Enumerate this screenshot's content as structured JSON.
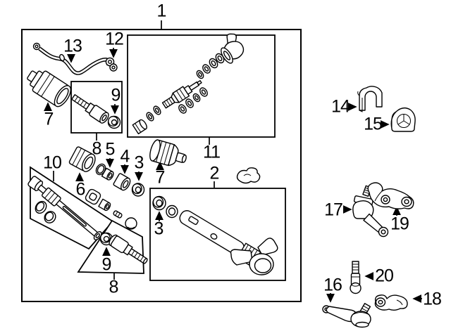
{
  "diagram": {
    "kind": "exploded-parts-diagram",
    "colors": {
      "line": "#000000",
      "background": "#ffffff"
    }
  },
  "labels": {
    "n1": "1",
    "n2": "2",
    "n3a": "3",
    "n3b": "3",
    "n4": "4",
    "n5": "5",
    "n6": "6",
    "n7a": "7",
    "n7b": "7",
    "n8a": "8",
    "n8b": "8",
    "n9a": "9",
    "n9b": "9",
    "n10": "10",
    "n11": "11",
    "n12": "12",
    "n13": "13",
    "n14": "14",
    "n15": "15",
    "n16": "16",
    "n17": "17",
    "n18": "18",
    "n19": "19",
    "n20": "20"
  }
}
